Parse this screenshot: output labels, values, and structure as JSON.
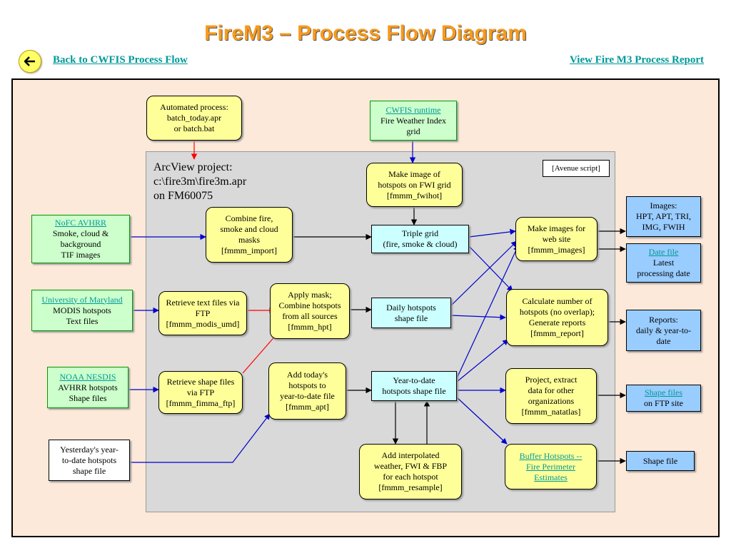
{
  "title": "FireM3 – Process Flow Diagram",
  "nav": {
    "back_icon": "arrow-left-icon",
    "back_label": "Back to CWFIS Process Flow",
    "report_label": "View Fire M3 Process Report"
  },
  "panel": {
    "line1": "ArcView project:",
    "line2": "c:\\fire3m\\fire3m.apr",
    "line3": "on FM60075"
  },
  "note": "[Avenue script]",
  "colors": {
    "title": "#f79a1e",
    "frame_bg": "#fde9d9",
    "panel_bg": "#d9d9d9",
    "process_box": "#ffff99",
    "input_box": "#ccffcc",
    "intermediate_box": "#ccffff",
    "output_box": "#99ccff",
    "link": "#009999",
    "arrow_blue": "#0000cc",
    "arrow_red": "#ff0000",
    "arrow_black": "#000000"
  },
  "nodes": {
    "automated": [
      "Automated process:",
      "batch_today.apr",
      "or  batch.bat"
    ],
    "cwfis": {
      "link": "CWFIS runtime",
      "lines": [
        "Fire Weather Index",
        "grid"
      ]
    },
    "make_image": [
      "Make image of",
      "hotspots on FWI grid",
      "[fmmm_fwihot]"
    ],
    "nofc": {
      "link": "NoFC AVHRR",
      "lines": [
        "Smoke, cloud &",
        "background",
        "TIF images"
      ]
    },
    "combine": [
      "Combine fire,",
      "smoke and cloud",
      "masks",
      "[fmmm_import]"
    ],
    "triple": [
      "Triple grid",
      "(fire, smoke & cloud)"
    ],
    "make_web": [
      "Make images for",
      "web site",
      "[fmmm_images]"
    ],
    "images": [
      "Images:",
      "HPT, APT, TRI,",
      "IMG, FWIH"
    ],
    "datefile": {
      "link": "Date file",
      "lines": [
        "Latest",
        "processing date"
      ]
    },
    "umd": {
      "link": "University of Maryland",
      "lines": [
        "MODIS hotspots",
        "Text files"
      ]
    },
    "retrieve_text": [
      "Retrieve text files via",
      "FTP",
      "[fmmm_modis_umd]"
    ],
    "apply_mask": [
      "Apply mask;",
      "Combine hotspots",
      "from all sources",
      "[fmmm_hpt]"
    ],
    "daily": [
      "Daily hotspots",
      "shape file"
    ],
    "calc": [
      "Calculate number of",
      "hotspots (no overlap);",
      "Generate reports",
      "[fmmm_report]"
    ],
    "reports": [
      "Reports:",
      "daily & year-to-",
      "date"
    ],
    "noaa": {
      "link": "NOAA NESDIS",
      "lines": [
        "AVHRR hotspots",
        "Shape files"
      ]
    },
    "retrieve_shape": [
      "Retrieve shape files",
      "via FTP",
      "[fmmm_fimma_ftp]"
    ],
    "add_today": [
      "Add today's",
      "hotspots to",
      "year-to-date file",
      "[fmmm_apt]"
    ],
    "ytd": [
      "Year-to-date",
      "hotspots shape file"
    ],
    "project": [
      "Project, extract",
      "data for other",
      "organizations",
      "[fmmm_natatlas]"
    ],
    "shapefiles": {
      "link": "Shape files",
      "lines": [
        "on FTP site"
      ]
    },
    "yesterday": [
      "Yesterday's year-",
      "to-date hotspots",
      "shape file"
    ],
    "interp": [
      "Add interpolated",
      "weather, FWI & FBP",
      "for each hotspot",
      "[fmmm_resample]"
    ],
    "buffer": {
      "link_lines": [
        "Buffer Hotspots --",
        "Fire Perimeter",
        "Estimates"
      ]
    },
    "shapefile_out": [
      "Shape file"
    ]
  }
}
